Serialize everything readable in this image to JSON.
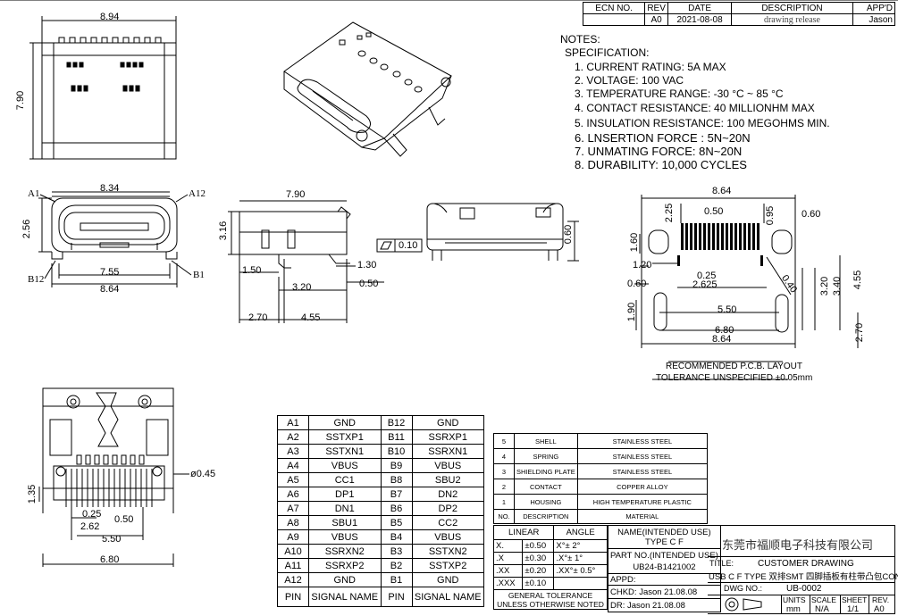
{
  "revision_table": {
    "headers": [
      "ECN NO.",
      "REV",
      "DATE",
      "DESCRIPTION",
      "APP'D"
    ],
    "row": [
      "",
      "A0",
      "2021-08-08",
      "drawing release",
      "Jason"
    ]
  },
  "notes": {
    "heading": "NOTES:",
    "subheading": "SPECIFICATION:",
    "items": [
      "1. CURRENT RATING: 5A MAX",
      "2. VOLTAGE: 100 VAC",
      "3. TEMPERATURE RANGE: -30 °C ~ 85 °C",
      "4. CONTACT RESISTANCE: 40 MILLIONHM MAX",
      "5. INSULATION RESISTANCE: 100 MEGOHMS MIN.",
      "6. LNSERTION FORCE : 5N~20N",
      "7. UNMATING FORCE: 8N~20N",
      "8. DURABILITY:   10,000 CYCLES"
    ]
  },
  "dimensions": {
    "top_width": "8.94",
    "top_height": "7.90",
    "front_a1": "A1",
    "front_a12": "A12",
    "front_b12": "B12",
    "front_b1": "B1",
    "front_width_top": "8.34",
    "front_height": "2.56",
    "front_inner": "7.55",
    "front_width_bottom": "8.64",
    "side_length": "7.90",
    "side_height": "3.16",
    "side_150": "1.50",
    "side_130": "1.30",
    "side_320": "3.20",
    "side_050": "0.50",
    "side_270": "2.70",
    "side_455": "4.55",
    "flatness_value": "0.10",
    "rear_060": "0.60",
    "bottom_dia": "ø0.45",
    "bottom_135": "1.35",
    "bottom_025": "0.25",
    "bottom_050": "0.50",
    "bottom_262": "2.62",
    "bottom_550": "5.50",
    "bottom_680": "6.80"
  },
  "pcb_layout": {
    "dims": {
      "w864_top": "8.64",
      "d225": "2.25",
      "d050": "0.50",
      "d095": "0.95",
      "d060_r": "0.60",
      "d160": "1.60",
      "d120": "1.20",
      "d025": "0.25",
      "d2625": "2.625",
      "d060_l": "0.60",
      "d040": "0.40",
      "d320": "3.20",
      "d340": "3.40",
      "d455": "4.55",
      "d190": "1.90",
      "d550": "5.50",
      "d680": "6.80",
      "w864_bottom": "8.64",
      "d270": "2.70"
    },
    "caption": "RECOMMENDED   P.C.B. LAYOUT",
    "tolerance": "TOLERANCE UNSPECIFIED ±0.05mm"
  },
  "pin_table": {
    "rows": [
      [
        "A1",
        "GND",
        "B12",
        "GND"
      ],
      [
        "A2",
        "SSTXP1",
        "B11",
        "SSRXP1"
      ],
      [
        "A3",
        "SSTXN1",
        "B10",
        "SSRXN1"
      ],
      [
        "A4",
        "VBUS",
        "B9",
        "VBUS"
      ],
      [
        "A5",
        "CC1",
        "B8",
        "SBU2"
      ],
      [
        "A6",
        "DP1",
        "B7",
        "DN2"
      ],
      [
        "A7",
        "DN1",
        "B6",
        "DP2"
      ],
      [
        "A8",
        "SBU1",
        "B5",
        "CC2"
      ],
      [
        "A9",
        "VBUS",
        "B4",
        "VBUS"
      ],
      [
        "A10",
        "SSRXN2",
        "B3",
        "SSTXN2"
      ],
      [
        "A11",
        "SSRXP2",
        "B2",
        "SSTXP2"
      ],
      [
        "A12",
        "GND",
        "B1",
        "GND"
      ]
    ],
    "footer": [
      "PIN",
      "SIGNAL NAME",
      "PIN",
      "SIGNAL NAME"
    ]
  },
  "material_table": {
    "rows": [
      [
        "5",
        "SHELL",
        "STAINLESS STEEL"
      ],
      [
        "4",
        "SPRING",
        "STAINLESS STEEL"
      ],
      [
        "3",
        "SHIELDING PLATE",
        "STAINLESS STEEL"
      ],
      [
        "2",
        "CONTACT",
        "COPPER ALLOY"
      ],
      [
        "1",
        "HOUSING",
        "HIGH TEMPERATURE PLASTIC"
      ]
    ],
    "header": [
      "NO.",
      "DESCRIPTION",
      "MATERIAL"
    ]
  },
  "title_block": {
    "linear": "LINEAR",
    "angle": "ANGLE",
    "tol_rows": [
      [
        "X.",
        "±0.50",
        "X°±  2°"
      ],
      [
        ".X",
        "±0.30",
        ".X°±  1°"
      ],
      [
        ".XX",
        "±0.20",
        ".XX°± 0.5°"
      ],
      [
        ".XXX",
        "±0.10",
        ""
      ]
    ],
    "general_tol_1": "GENERAL TOLERANCE",
    "general_tol_2": "UNLESS OTHERWISE NOTED",
    "name_label": "NAME(INTENDED USE)",
    "name_value": "TYPE C F",
    "part_label": "PART NO.(INTENDED USE)",
    "part_value": "UB24-B1421002",
    "appd": "APPD:",
    "chkd": "CHKD: Jason  21.08.08",
    "dr": "DR:   Jason  21.08.08",
    "company": "东莞市福顺电子科技有限公司",
    "title_label": "TITLE:",
    "title_value": "CUSTOMER DRAWING",
    "title_line2": "USB C F TYPE  双排SMT 四脚插板有柱带凸包CONN",
    "dwg_label": "DWG NO.:",
    "dwg_value": "UB-0002",
    "units_label": "UNITS",
    "units_value": "mm",
    "scale_label": "SCALE",
    "scale_value": "N/A",
    "sheet_label": "SHEET",
    "sheet_value": "1/1",
    "rev_label": "REV.",
    "rev_value": "A0"
  }
}
